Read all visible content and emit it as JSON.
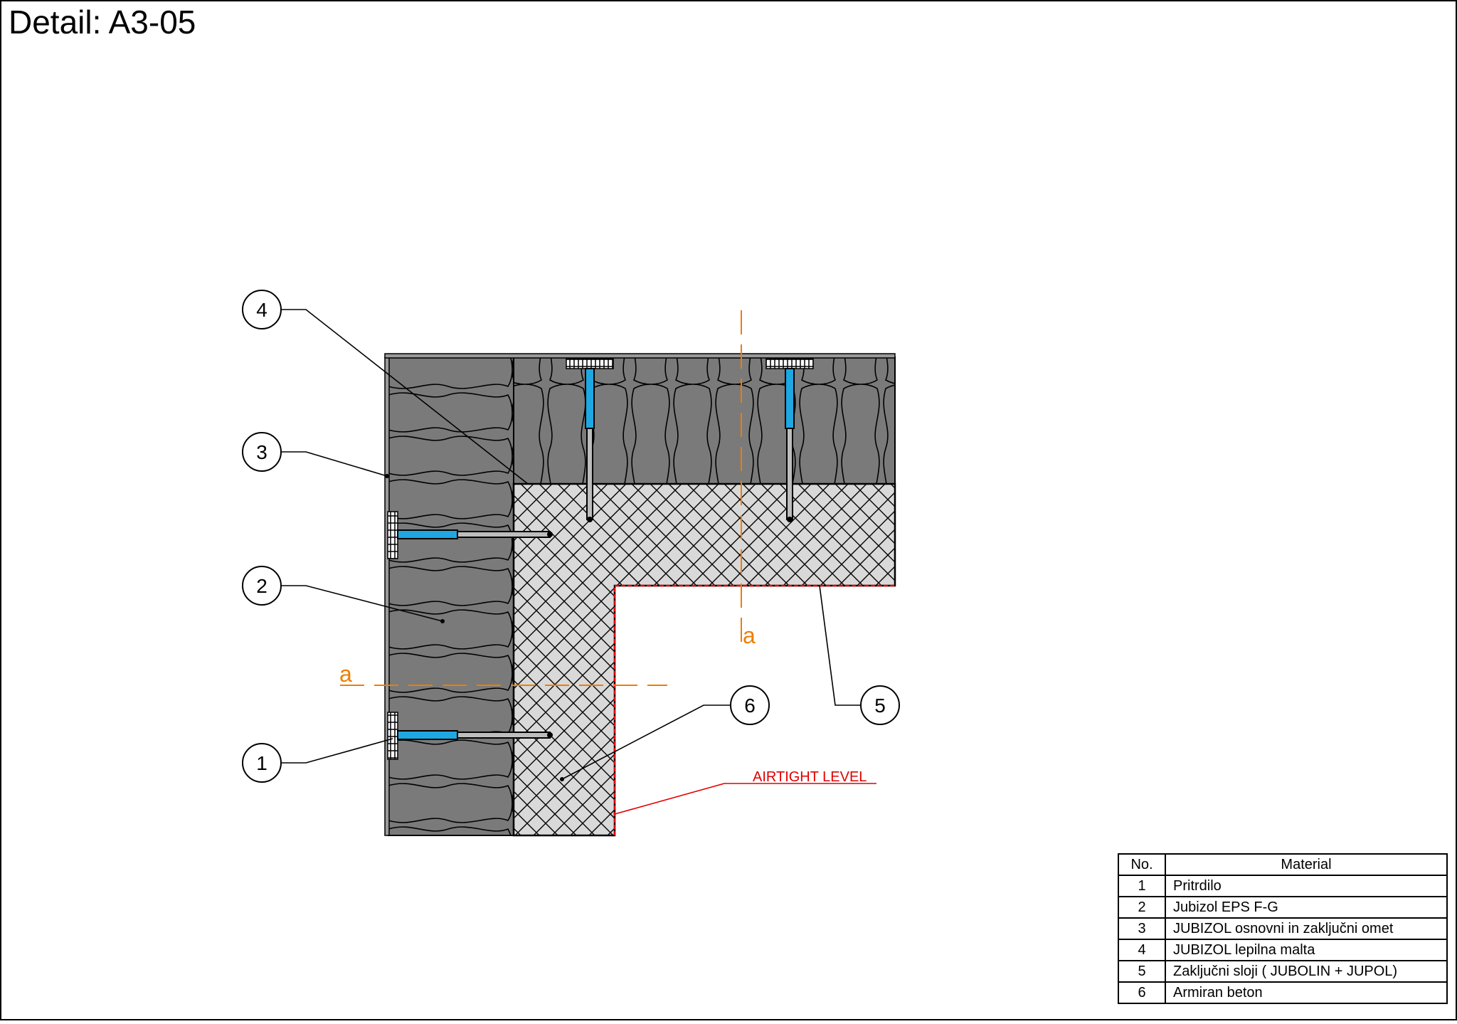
{
  "title": "Detail: A3-05",
  "callouts": {
    "c1": "1",
    "c2": "2",
    "c3": "3",
    "c4": "4",
    "c5": "5",
    "c6": "6"
  },
  "section_marks": {
    "horizontal": "a",
    "vertical": "a"
  },
  "airtight_label": "AIRTIGHT LEVEL",
  "legend": {
    "header_no": "No.",
    "header_material": "Material",
    "rows": [
      {
        "no": "1",
        "material": "Pritrdilo"
      },
      {
        "no": "2",
        "material": "Jubizol EPS F-G"
      },
      {
        "no": "3",
        "material": "JUBIZOL osnovni in zaključni omet"
      },
      {
        "no": "4",
        "material": "JUBIZOL lepilna malta"
      },
      {
        "no": "5",
        "material": "Zaključni sloji  ( JUBOLIN + JUPOL)"
      },
      {
        "no": "6",
        "material": "Armiran beton"
      }
    ]
  },
  "colors": {
    "insulation": "#7a7a7a",
    "concrete": "#d9d9d9",
    "anchor": "#1ea7e1",
    "axis": "#f07d00",
    "airtight": "#e00000"
  }
}
